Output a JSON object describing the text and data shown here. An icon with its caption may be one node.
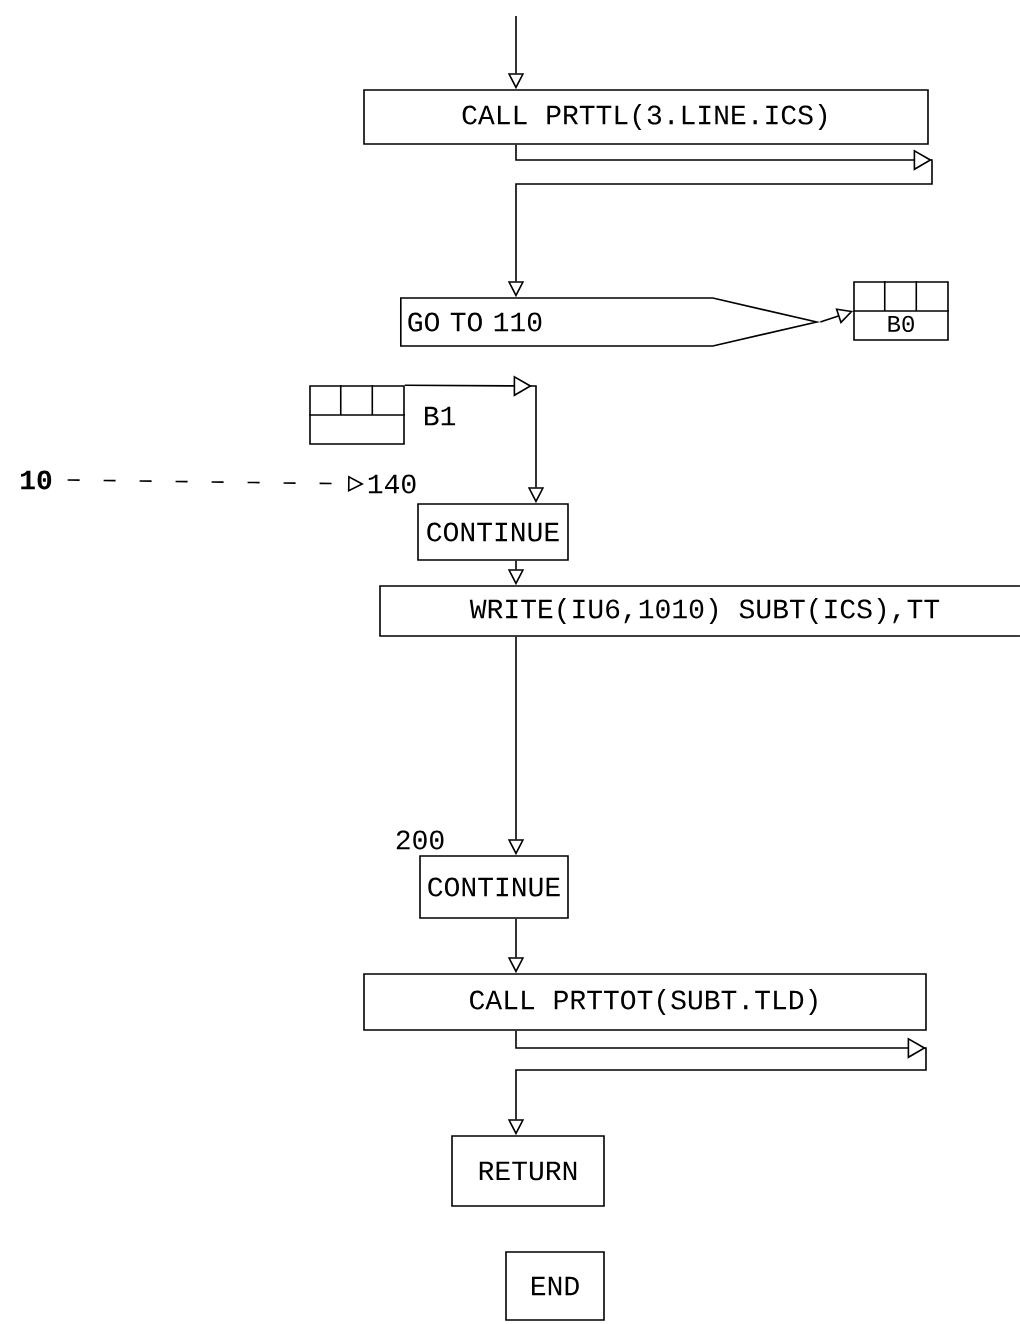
{
  "diagram": {
    "nodes": [
      {
        "text": [
          "CALL PRTTL(3.LINE.ICS)"
        ]
      },
      {
        "text": [
          "GO TO 110"
        ]
      },
      {
        "text": [
          "B0"
        ]
      },
      {
        "text": [],
        "shape": "box",
        "beside": [
          "B1"
        ]
      },
      {
        "text": [
          "CONTINUE"
        ],
        "beside": [
          "140"
        ]
      },
      {
        "text": [
          "10"
        ]
      },
      {
        "text": [
          "WRITE(IU6,1010) SUBT(ICS),TT"
        ]
      },
      {
        "text": [
          "CONTINUE"
        ],
        "beside": [
          "200"
        ]
      },
      {
        "text": [
          "CALL PRTTOT(SUBT.TLD)"
        ]
      },
      {
        "text": [
          "RETURN"
        ]
      },
      {
        "text": [
          "END"
        ]
      }
    ],
    "edges": [
      {
        "from": null,
        "to": 0,
        "arrow": "to"
      },
      {
        "from": 0,
        "to": 1,
        "arrow": "to"
      },
      {
        "from": 1,
        "to": 2,
        "arrow": "to"
      },
      {
        "from": 3,
        "to": 4,
        "arrow": "to"
      },
      {
        "from": 5,
        "to": 4,
        "arrow": "to",
        "style": "dashed"
      },
      {
        "from": 4,
        "to": 6,
        "arrow": "to"
      },
      {
        "from": 6,
        "to": 7,
        "arrow": "to"
      },
      {
        "from": 7,
        "to": 8,
        "arrow": "to"
      },
      {
        "from": 8,
        "to": 9,
        "arrow": "to"
      }
    ]
  }
}
